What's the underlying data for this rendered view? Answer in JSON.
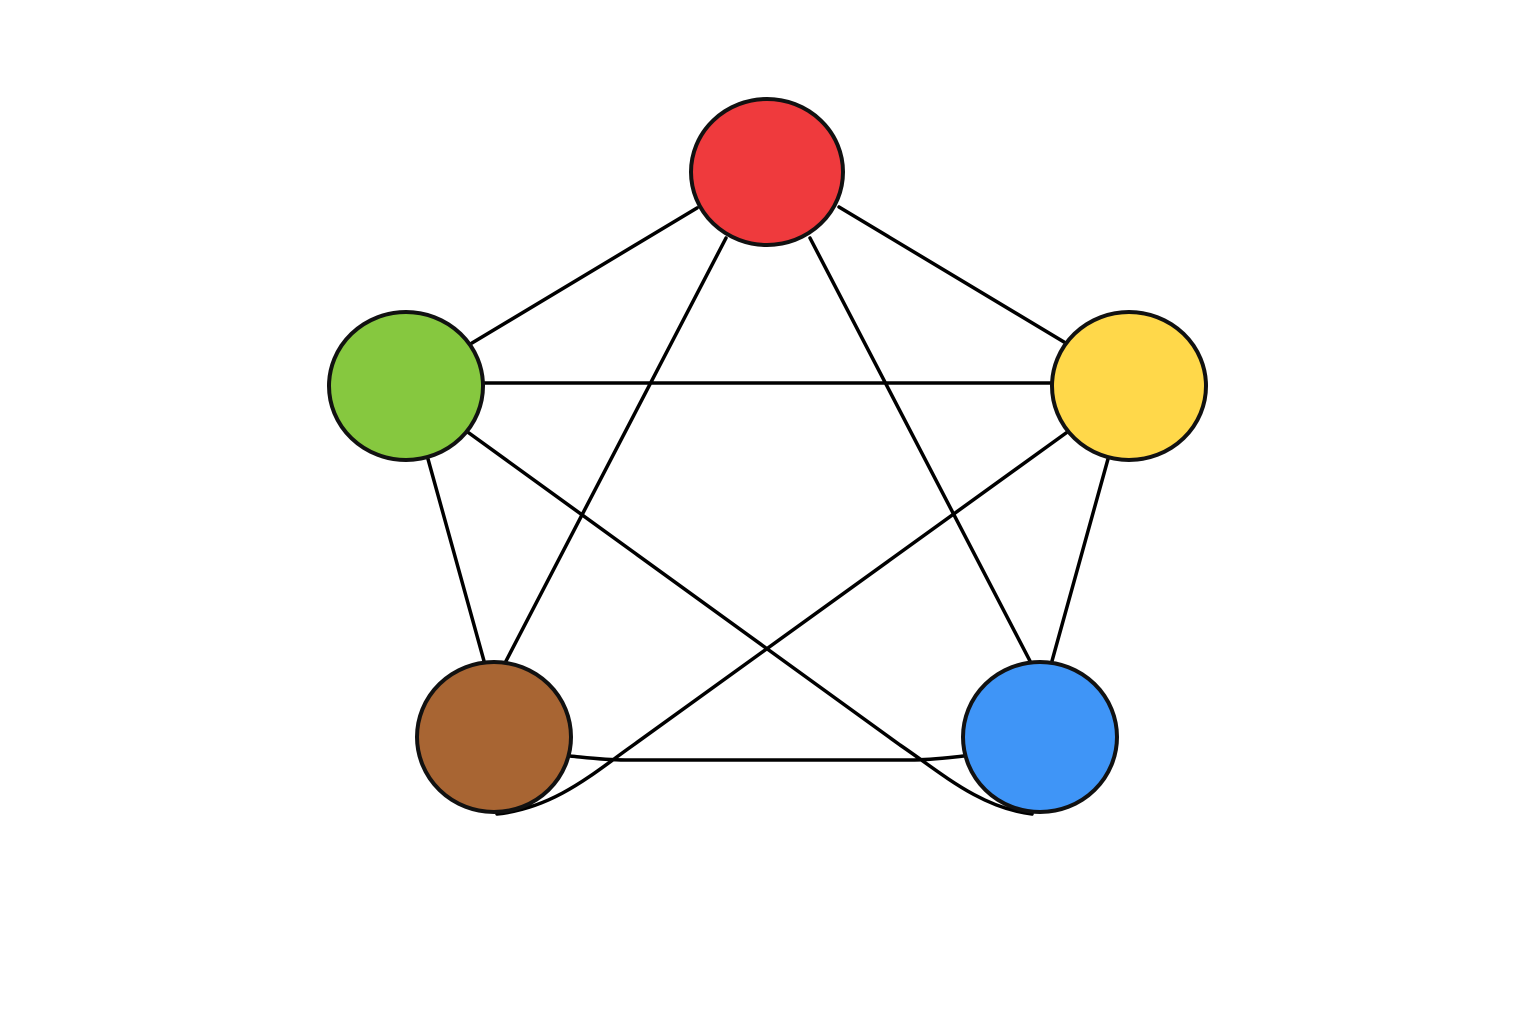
{
  "diagram": {
    "type": "complete-graph",
    "nodes": [
      {
        "id": "red",
        "color": "#ef3a3d"
      },
      {
        "id": "yellow",
        "color": "#ffd84a"
      },
      {
        "id": "blue",
        "color": "#3f95f7"
      },
      {
        "id": "brown",
        "color": "#a86533"
      },
      {
        "id": "green",
        "color": "#86c83f"
      }
    ],
    "edges": [
      {
        "from": "red",
        "to": "green"
      },
      {
        "from": "red",
        "to": "yellow"
      },
      {
        "from": "red",
        "to": "brown"
      },
      {
        "from": "red",
        "to": "blue"
      },
      {
        "from": "green",
        "to": "yellow"
      },
      {
        "from": "green",
        "to": "brown"
      },
      {
        "from": "green",
        "to": "blue"
      },
      {
        "from": "yellow",
        "to": "blue"
      },
      {
        "from": "yellow",
        "to": "brown"
      },
      {
        "from": "brown",
        "to": "blue"
      }
    ],
    "edge_color": "#000000",
    "background": "#ffffff"
  }
}
